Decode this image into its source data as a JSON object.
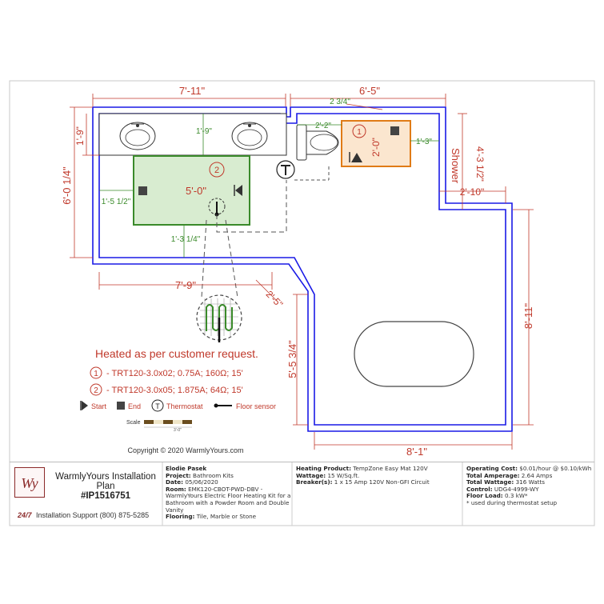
{
  "dimensions": {
    "top_left_width": "7'-11\"",
    "top_right_width": "6'-5\"",
    "top_notch": "2 3/4\"",
    "left_height": "6'-0 1/4\"",
    "vanity_depth": "1'-9\"",
    "between_sinks": "1'-9\"",
    "mat2_offset_left": "1'-5 1/2\"",
    "mat2_offset_bottom": "1'-3 1/4\"",
    "bottom_left_width": "7'-9\"",
    "diagonal": "2'-5\"",
    "right_lower_height": "5'-5 3/4\"",
    "bottom_right_width": "8'-1\"",
    "right_height": "8'-11\"",
    "shower_width": "2'-10\"",
    "shower_height": "4'-3 1/2\"",
    "toilet_gap": "2'-2\"",
    "mat1_gap": "1'-3\""
  },
  "labels": {
    "shower": "Shower",
    "mat1_number": "1",
    "mat1_length": "2'-0\"",
    "mat2_number": "2",
    "mat2_length": "5'-0\""
  },
  "legend": {
    "heading": "Heated as per customer request.",
    "items": [
      {
        "number": "1",
        "text": "- TRT120-3.0x02; 0.75A; 160Ω; 15'"
      },
      {
        "number": "2",
        "text": "- TRT120-3.0x05; 1.875A; 64Ω; 15'"
      }
    ],
    "start": "Start",
    "end": "End",
    "thermostat_symbol": "T",
    "thermostat": "Thermostat",
    "floor_sensor": "Floor sensor",
    "scale_label": "Scale",
    "scale_value": "3'-0\""
  },
  "copyright": "Copyright © 2020 WarmlyYours.com",
  "title_block": {
    "logo_letters": "Wy",
    "title_line1": "WarmlyYours Installation",
    "title_line2": "Plan",
    "plan_number": "#IP1516751",
    "support_badge": "24/7",
    "support": "Installation Support (800) 875-5285",
    "customer": "Elodie Pasek",
    "project_label": "Project:",
    "project": "Bathroom Kits",
    "date_label": "Date:",
    "date": "05/06/2020",
    "room_label": "Room:",
    "room": "EMK120-CBOT-PWD-DBV - WarmlyYours Electric Floor Heating Kit for a Bathroom with a Powder Room and Double Vanity",
    "flooring_label": "Flooring:",
    "flooring": "Tile, Marble or Stone",
    "heating_product_label": "Heating Product:",
    "heating_product": "TempZone Easy Mat 120V",
    "wattage_label": "Wattage:",
    "wattage": "15 W/Sq.ft.",
    "breakers_label": "Breaker(s):",
    "breakers": "1 x 15 Amp 120V Non-GFI Circuit",
    "operating_cost_label": "Operating Cost:",
    "operating_cost": "$0.01/hour @ $0.10/kWh",
    "total_amperage_label": "Total Amperage:",
    "total_amperage": "2.64 Amps",
    "total_wattage_label": "Total Wattage:",
    "total_wattage": "316 Watts",
    "control_label": "Control:",
    "control": "UDG4-4999-WY",
    "floor_load_label": "Floor Load:",
    "floor_load": "0.3 kW*",
    "footnote": "* used during thermostat setup"
  },
  "colors": {
    "wall": "#1a1ae6",
    "dimension": "#c0392b",
    "mat1": "#e07b16",
    "mat2": "#3a8a2a",
    "mat2_fill": "#d8ecd0",
    "mat1_fill": "#fbe6cf"
  }
}
